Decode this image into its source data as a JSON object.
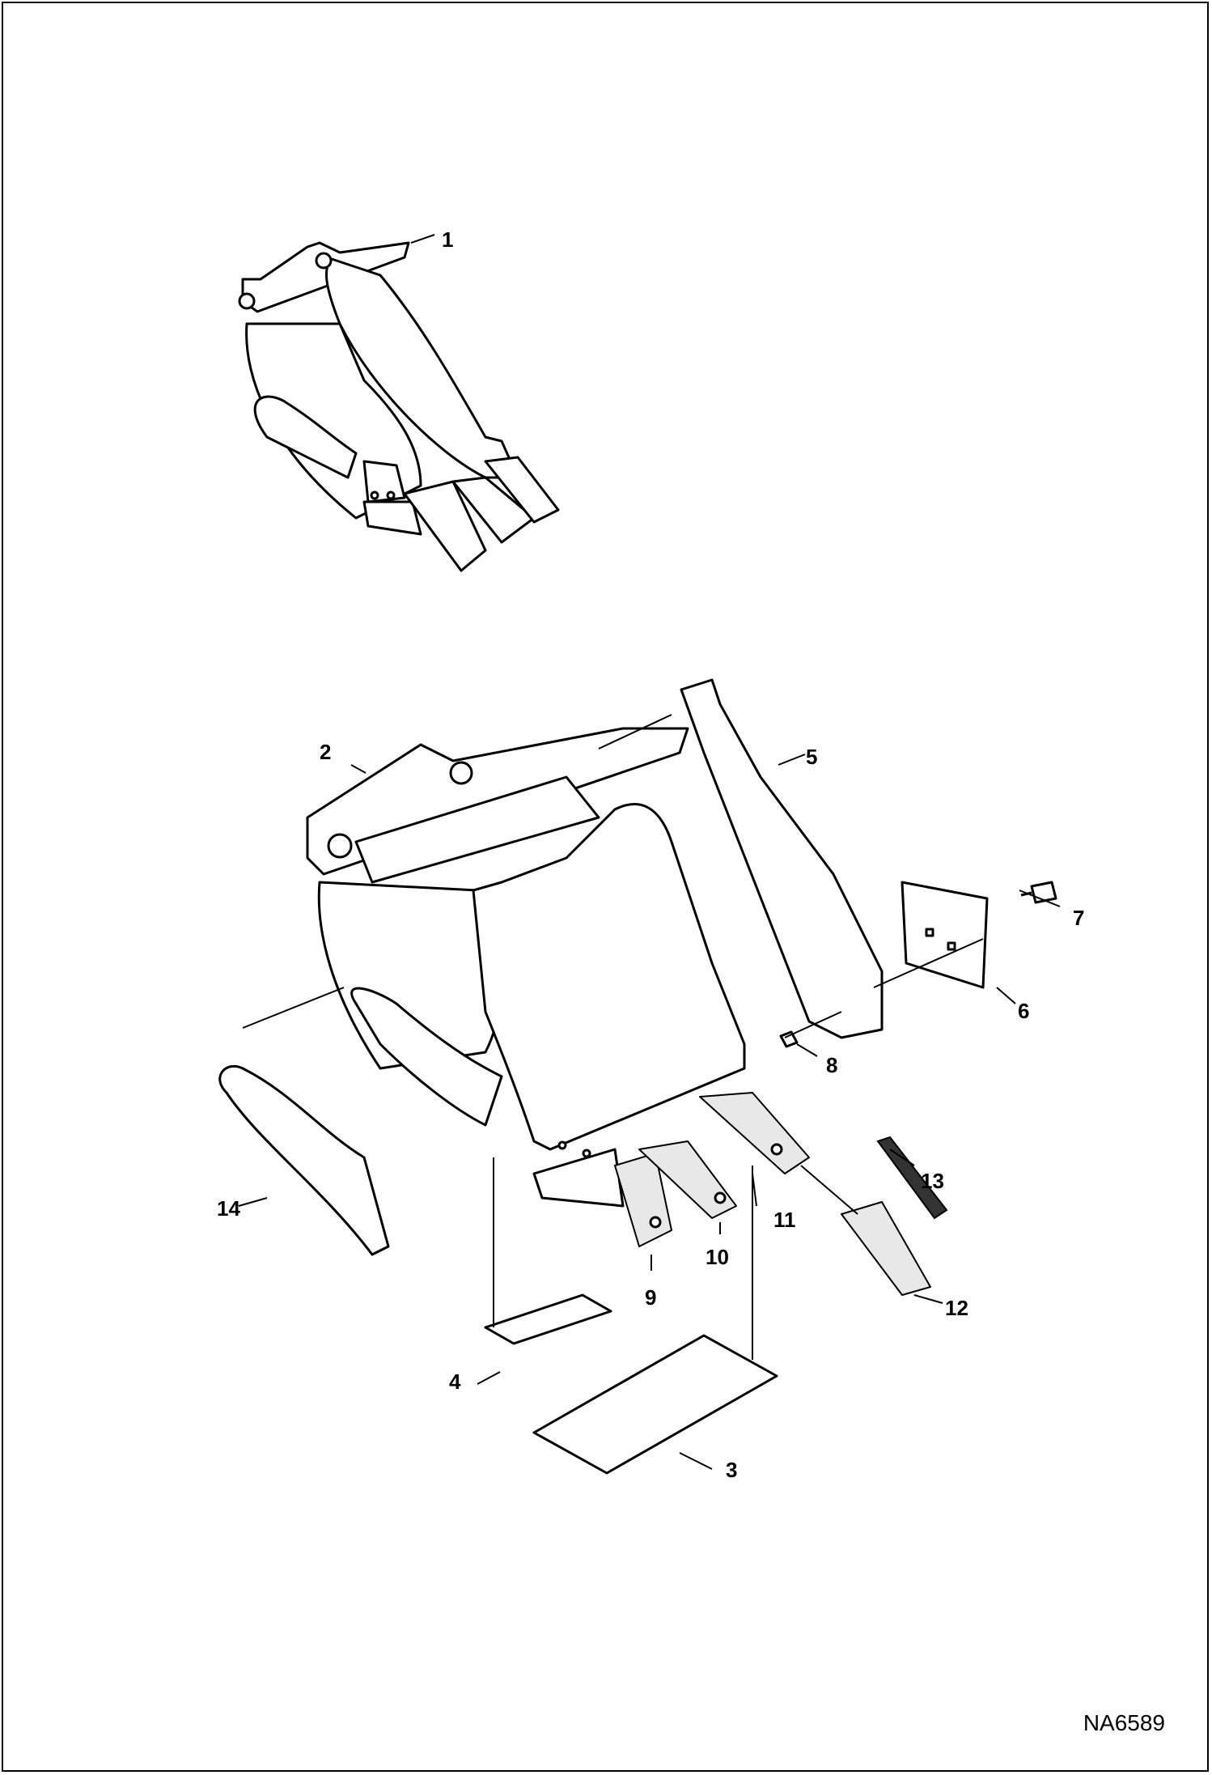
{
  "diagram": {
    "callouts": [
      "1",
      "2",
      "3",
      "4",
      "5",
      "6",
      "7",
      "8",
      "9",
      "10",
      "11",
      "12",
      "13",
      "14"
    ],
    "drawing_number": "NA6589"
  }
}
